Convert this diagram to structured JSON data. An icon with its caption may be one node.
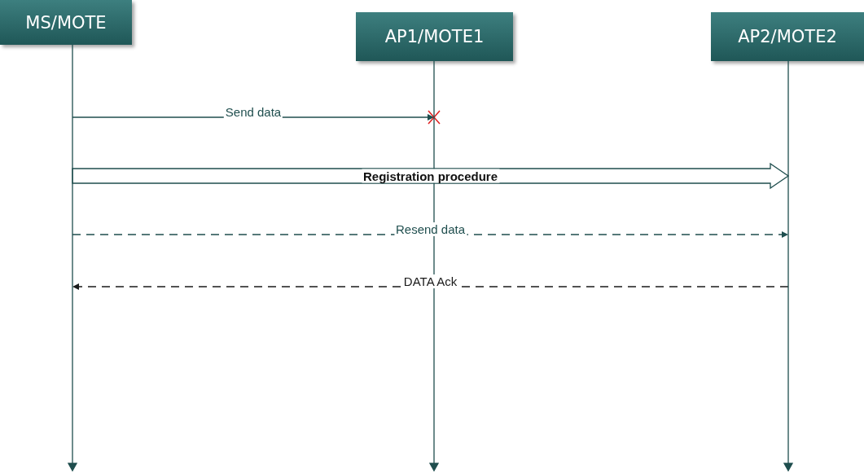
{
  "diagram": {
    "nodes": [
      {
        "text": [
          "MS/MOTE"
        ]
      },
      {
        "text": [
          "AP1/MOTE1"
        ]
      },
      {
        "text": [
          "AP2/MOTE2"
        ]
      },
      {
        "text": [],
        "shape": "bar"
      },
      {
        "text": [],
        "shape": "bar"
      },
      {
        "text": [],
        "shape": "bar"
      }
    ],
    "edges": [
      {
        "from": 3,
        "to": 4,
        "arrow": "to",
        "label": "Send data"
      },
      {
        "from": 3,
        "to": 5,
        "arrow": "to",
        "label": "Registration procedure",
        "style": "thick"
      },
      {
        "from": 3,
        "to": 5,
        "arrow": "to",
        "label": "Resend data",
        "style": "dashed"
      },
      {
        "from": 5,
        "to": 3,
        "arrow": "to",
        "label": "DATA Ack",
        "style": "dashed",
        "color": "#1a1a1a"
      }
    ]
  }
}
